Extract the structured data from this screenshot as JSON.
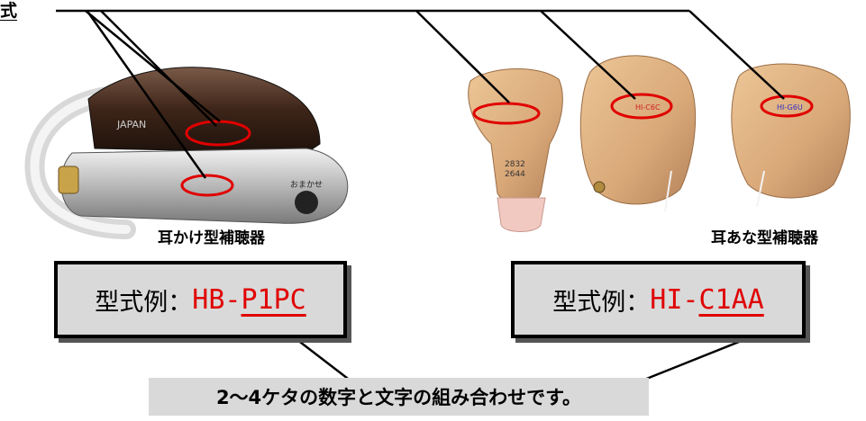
{
  "heading": "式",
  "captions": {
    "bte": "耳かけ型補聴器",
    "ite": "耳あな型補聴器"
  },
  "examples": [
    {
      "label": "型式例：",
      "code_prefix": "HB-",
      "code_suffix": "P1PC"
    },
    {
      "label": "型式例：",
      "code_prefix": "HI-",
      "code_suffix": "C1AA"
    }
  ],
  "note": "2～4ケタの数字と文字の組み合わせです。",
  "photo_text": {
    "bte_brand": "JAPAN",
    "bte_button": "おまかせ",
    "ite1_serial": "2832\n2644",
    "ite2_marking": "HI-C6C",
    "ite3_marking": "HI-G6U"
  },
  "colors": {
    "highlight_red": "#e00000",
    "box_fill": "#d9d9d9",
    "skin_tone": "#d9a878"
  }
}
